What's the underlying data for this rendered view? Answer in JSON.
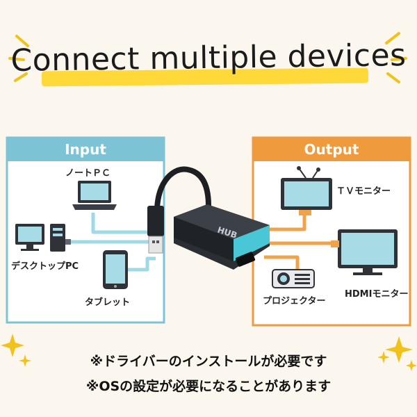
{
  "title": "Connect multiple devices",
  "input_panel": {
    "label": "Input",
    "color": "#7cc3d6",
    "devices": {
      "laptop": "ノートＰＣ",
      "desktop": "デスクトップPC",
      "tablet": "タブレット"
    }
  },
  "output_panel": {
    "label": "Output",
    "color": "#ef9a3c",
    "devices": {
      "tv": "ＴＶモニター",
      "hdmi_monitor": "HDMIモニター",
      "projector": "プロジェクター"
    }
  },
  "hub": {
    "label": "HUB"
  },
  "notes": [
    "※ドライバーのインストールが必要です",
    "※OSの設定が必要になることがあります"
  ],
  "colors": {
    "background": "#fbf7ee",
    "highlight": "#ffd83a",
    "hub_body": "#2b2e33",
    "hub_accent": "#49c7d6"
  }
}
